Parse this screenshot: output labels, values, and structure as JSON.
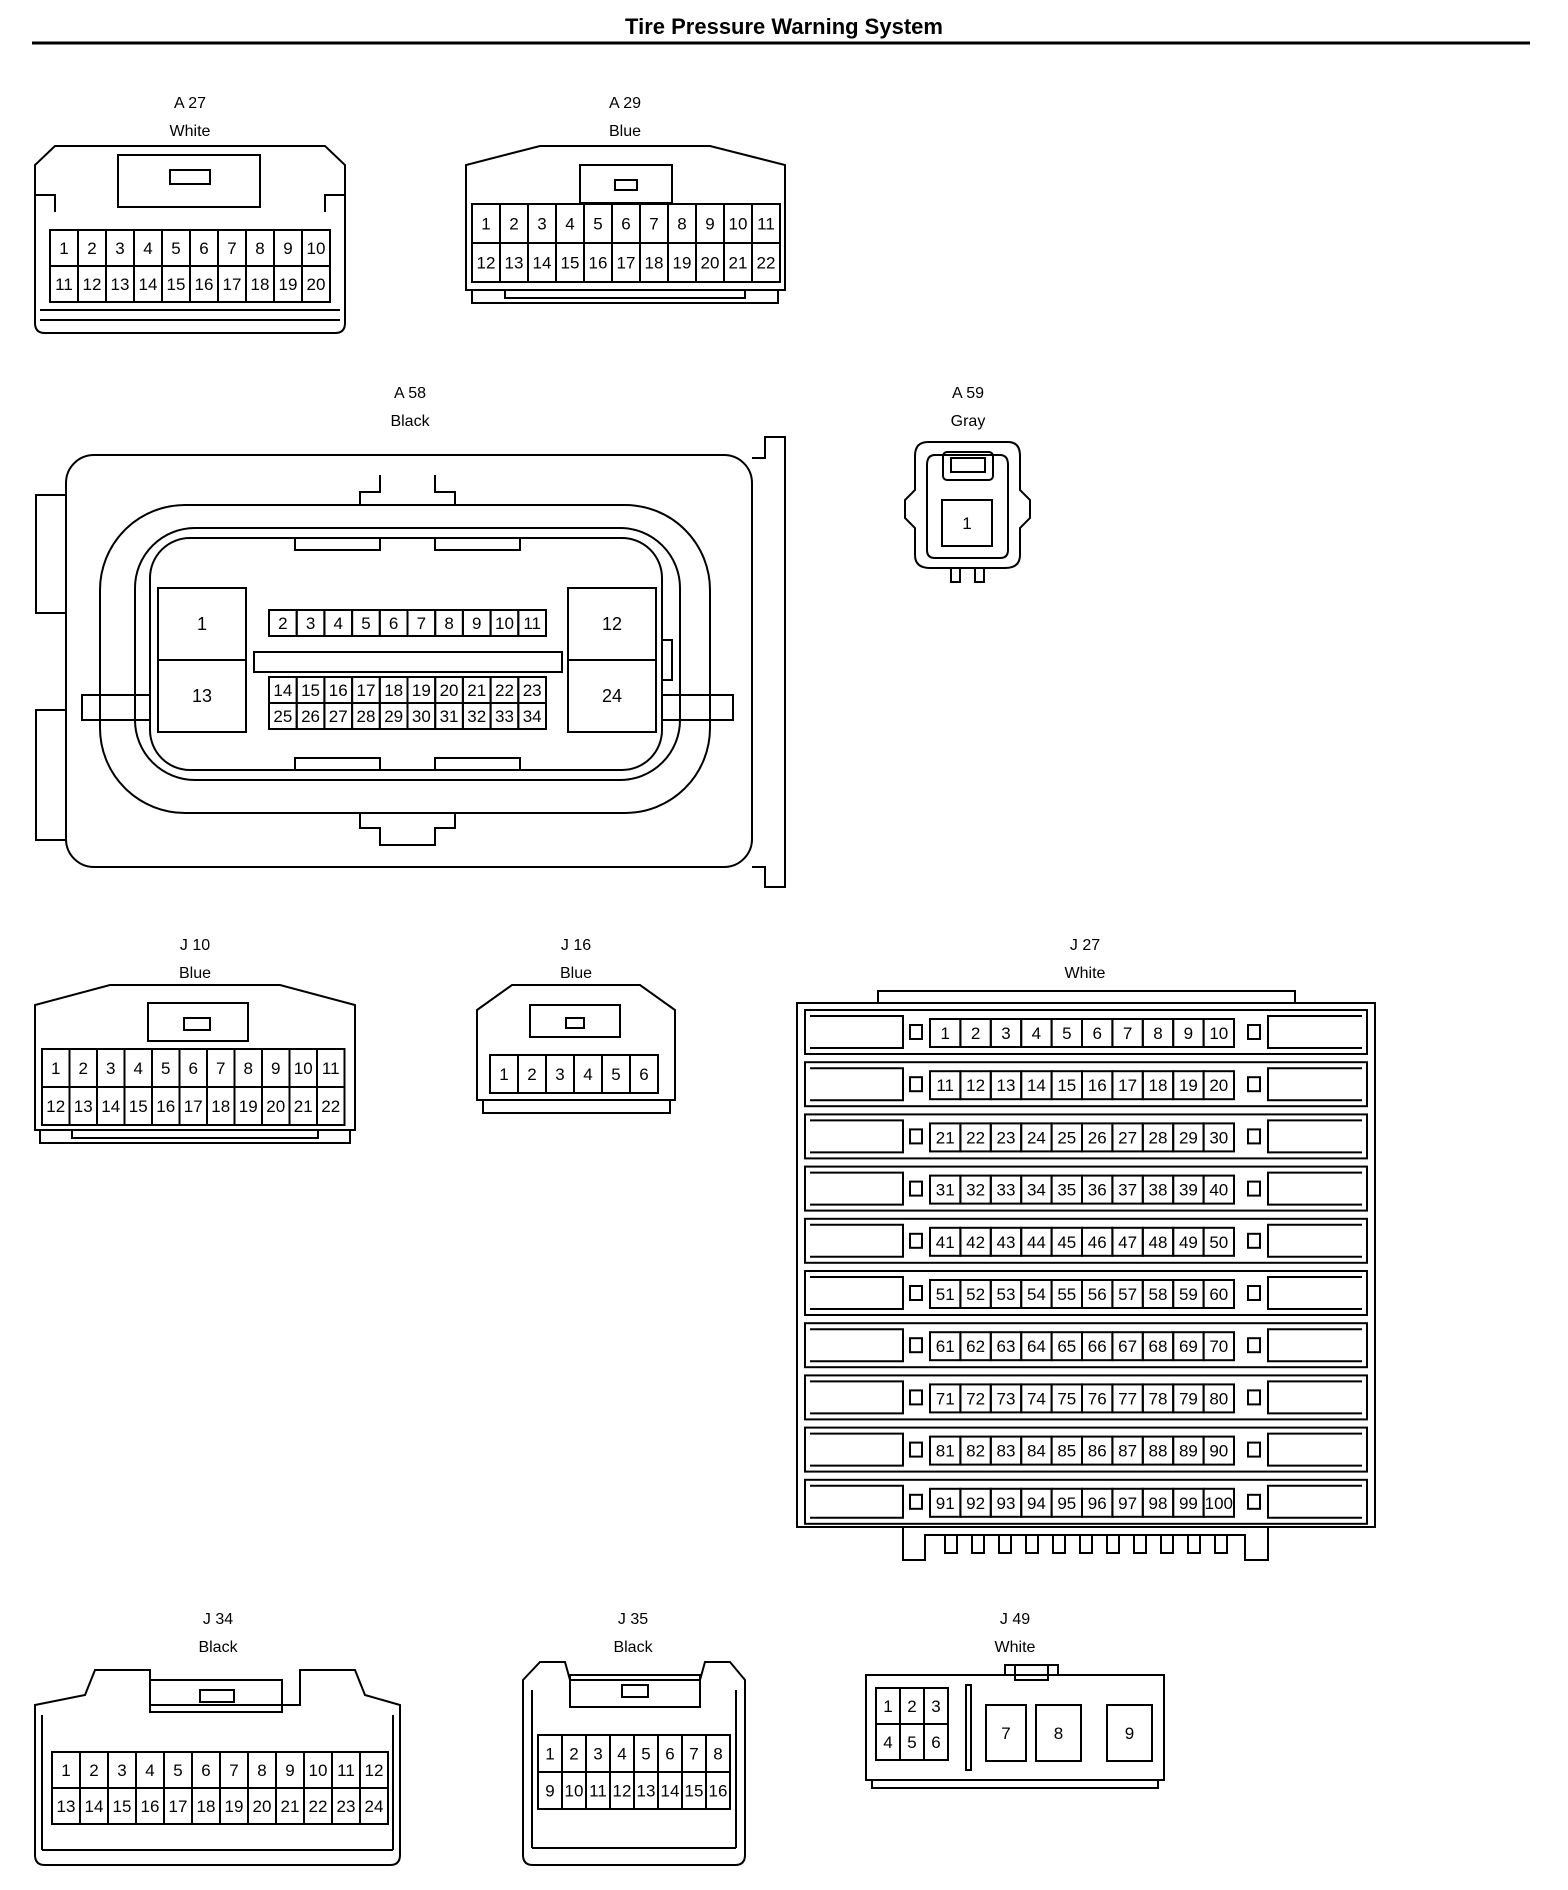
{
  "title": "Tire Pressure Warning System",
  "colors": {
    "ink": "#000000",
    "background": "#ffffff"
  },
  "connectors": [
    {
      "id": "A 27",
      "color": "White",
      "pin_rows": [
        [
          1,
          2,
          3,
          4,
          5,
          6,
          7,
          8,
          9,
          10
        ],
        [
          11,
          12,
          13,
          14,
          15,
          16,
          17,
          18,
          19,
          20
        ]
      ]
    },
    {
      "id": "A 29",
      "color": "Blue",
      "pin_rows": [
        [
          1,
          2,
          3,
          4,
          5,
          6,
          7,
          8,
          9,
          10,
          11
        ],
        [
          12,
          13,
          14,
          15,
          16,
          17,
          18,
          19,
          20,
          21,
          22
        ]
      ]
    },
    {
      "id": "A 58",
      "color": "Black",
      "large_pins": [
        1,
        13,
        12,
        24
      ],
      "pin_rows": [
        [
          2,
          3,
          4,
          5,
          6,
          7,
          8,
          9,
          10,
          11
        ],
        [
          14,
          15,
          16,
          17,
          18,
          19,
          20,
          21,
          22,
          23
        ],
        [
          25,
          26,
          27,
          28,
          29,
          30,
          31,
          32,
          33,
          34
        ]
      ]
    },
    {
      "id": "A 59",
      "color": "Gray",
      "pin_rows": [
        [
          1
        ]
      ]
    },
    {
      "id": "J 10",
      "color": "Blue",
      "pin_rows": [
        [
          1,
          2,
          3,
          4,
          5,
          6,
          7,
          8,
          9,
          10,
          11
        ],
        [
          12,
          13,
          14,
          15,
          16,
          17,
          18,
          19,
          20,
          21,
          22
        ]
      ]
    },
    {
      "id": "J 16",
      "color": "Blue",
      "pin_rows": [
        [
          1,
          2,
          3,
          4,
          5,
          6
        ]
      ]
    },
    {
      "id": "J 27",
      "color": "White",
      "pin_rows": [
        [
          1,
          2,
          3,
          4,
          5,
          6,
          7,
          8,
          9,
          10
        ],
        [
          11,
          12,
          13,
          14,
          15,
          16,
          17,
          18,
          19,
          20
        ],
        [
          21,
          22,
          23,
          24,
          25,
          26,
          27,
          28,
          29,
          30
        ],
        [
          31,
          32,
          33,
          34,
          35,
          36,
          37,
          38,
          39,
          40
        ],
        [
          41,
          42,
          43,
          44,
          45,
          46,
          47,
          48,
          49,
          50
        ],
        [
          51,
          52,
          53,
          54,
          55,
          56,
          57,
          58,
          59,
          60
        ],
        [
          61,
          62,
          63,
          64,
          65,
          66,
          67,
          68,
          69,
          70
        ],
        [
          71,
          72,
          73,
          74,
          75,
          76,
          77,
          78,
          79,
          80
        ],
        [
          81,
          82,
          83,
          84,
          85,
          86,
          87,
          88,
          89,
          90
        ],
        [
          91,
          92,
          93,
          94,
          95,
          96,
          97,
          98,
          99,
          100
        ]
      ]
    },
    {
      "id": "J 34",
      "color": "Black",
      "pin_rows": [
        [
          1,
          2,
          3,
          4,
          5,
          6,
          7,
          8,
          9,
          10,
          11,
          12
        ],
        [
          13,
          14,
          15,
          16,
          17,
          18,
          19,
          20,
          21,
          22,
          23,
          24
        ]
      ]
    },
    {
      "id": "J 35",
      "color": "Black",
      "pin_rows": [
        [
          1,
          2,
          3,
          4,
          5,
          6,
          7,
          8
        ],
        [
          9,
          10,
          11,
          12,
          13,
          14,
          15,
          16
        ]
      ]
    },
    {
      "id": "J 49",
      "color": "White",
      "small_pin_rows": [
        [
          1,
          2,
          3
        ],
        [
          4,
          5,
          6
        ]
      ],
      "large_pins": [
        7,
        8,
        9
      ]
    }
  ]
}
